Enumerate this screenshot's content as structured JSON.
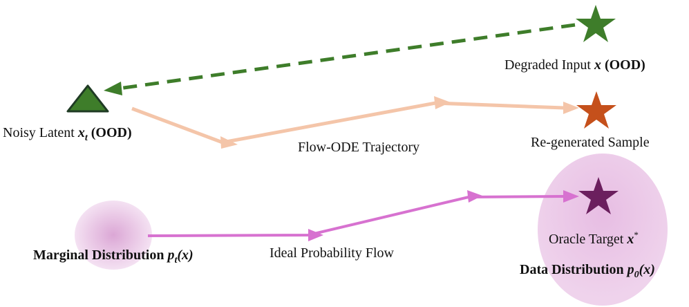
{
  "colors": {
    "green": "#3e7d2a",
    "green_dark": "#1f3b24",
    "peach": "#f4c5a9",
    "orange_star": "#c5501b",
    "magenta": "#d772d0",
    "purple_star": "#6b1f5e",
    "cloud": "#e9c3e5"
  },
  "labels": {
    "degraded": {
      "prefix": "Degraded Input ",
      "math": "x",
      "suffix": " (OOD)"
    },
    "noisy": {
      "prefix": "Noisy Latent ",
      "math": "x",
      "sub": "t",
      "suffix": " (OOD)"
    },
    "trajectory": "Flow-ODE Trajectory",
    "regenerated": "Re-generated Sample",
    "oracle": {
      "prefix": "Oracle Target ",
      "math": "x",
      "sup": "*"
    },
    "marginal": {
      "prefix": "Marginal Distribution ",
      "math": "p",
      "sub": "t",
      "arg": "(x)"
    },
    "ideal_flow": "Ideal Probability Flow",
    "data_dist": {
      "prefix": "Data Distribution ",
      "math": "p",
      "sub": "0",
      "arg": "(x)"
    }
  },
  "icons": [
    "green-star-icon",
    "green-triangle-icon",
    "orange-star-icon",
    "purple-star-icon"
  ]
}
